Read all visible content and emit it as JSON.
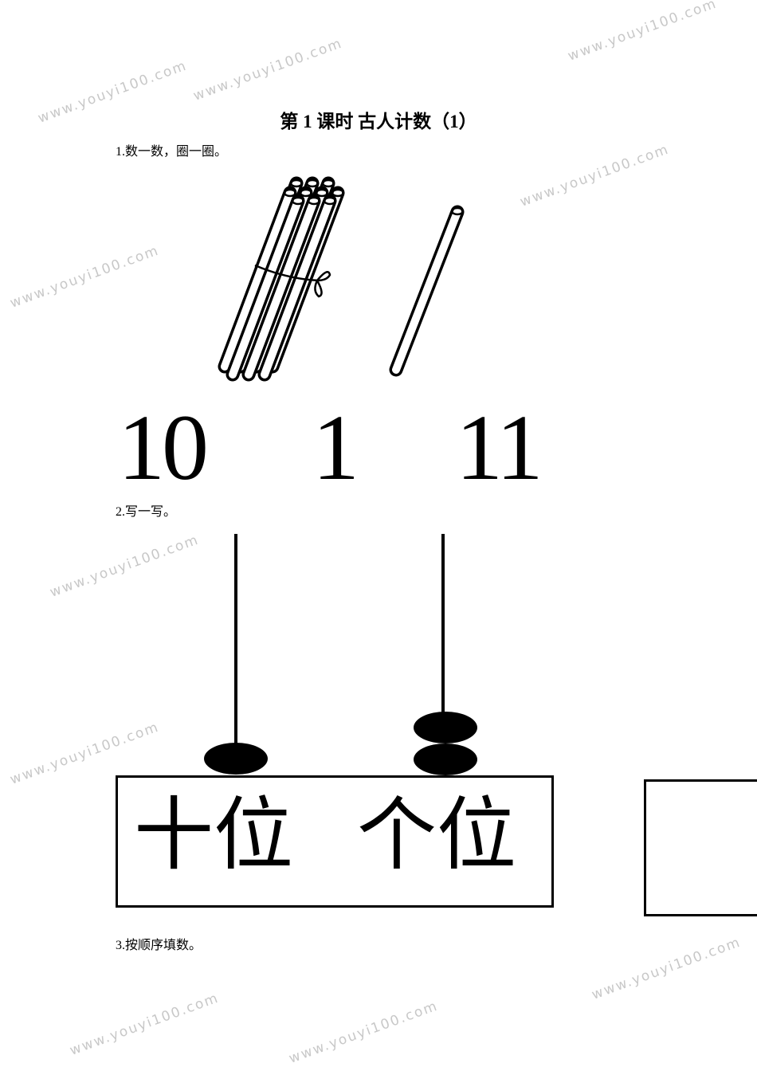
{
  "title": "第 1 课时  古人计数（1）",
  "questions": [
    {
      "label": "1.数一数，圈一圈。"
    },
    {
      "label": "2.写一写。"
    },
    {
      "label": "3.按顺序填数。"
    }
  ],
  "counts": {
    "bundle": "10",
    "single": "1",
    "total": "11"
  },
  "abacus": {
    "tens_label": "十位",
    "ones_label": "个位",
    "tens_beads": 1,
    "ones_beads": 2
  },
  "watermark": "www.youyi100.com"
}
